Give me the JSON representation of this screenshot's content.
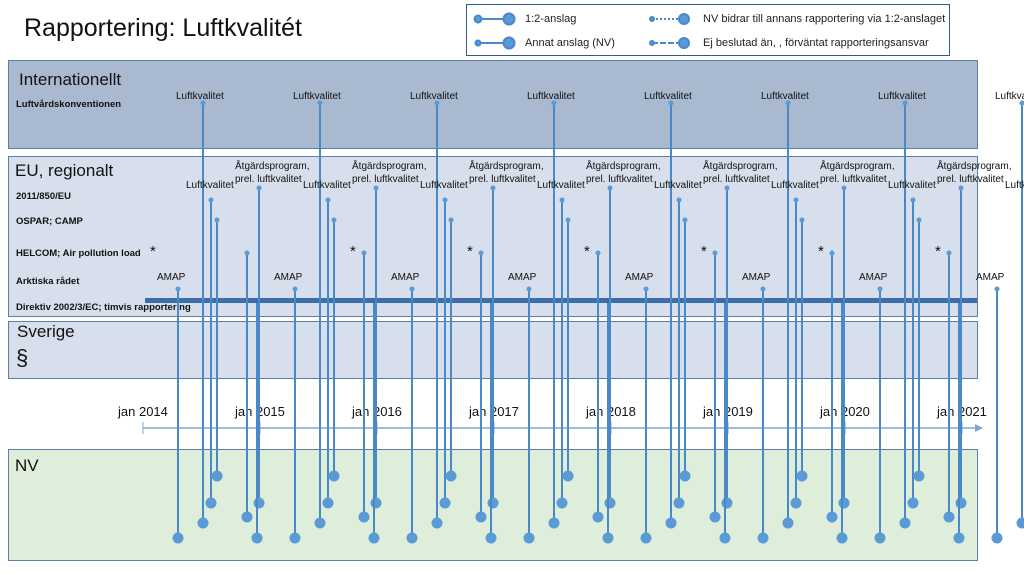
{
  "title": "Rapportering: Luftkvalitét",
  "legend": {
    "items": [
      {
        "label": "1:2-anslag",
        "style": "solid-big"
      },
      {
        "label": "NV bidrar till annans rapportering via 1:2-anslaget",
        "style": "dotted"
      },
      {
        "label": "Annat anslag (NV)",
        "style": "solid-small-big"
      },
      {
        "label": "Ej beslutad än, , förväntat rapporteringsansvar",
        "style": "dashed-big"
      }
    ]
  },
  "bands": {
    "internationellt": {
      "label": "Internationellt",
      "rows": [
        "Luftvårdskonventionen"
      ],
      "color": "#a8b9d0"
    },
    "eu": {
      "label": "EU, regionalt",
      "rows": [
        "2011/850/EU",
        "OSPAR; CAMP",
        "HELCOM; Air pollution load",
        "Arktiska rådet",
        "Direktiv 2002/3/EC; timvis rapportering"
      ],
      "color": "#d7dfec"
    },
    "sverige": {
      "label": "Sverige",
      "symbol": "§",
      "color": "#d7dfec"
    },
    "nv": {
      "label": "NV",
      "color": "#dfeeda"
    }
  },
  "timeline": {
    "years": [
      "jan 2014",
      "jan 2015",
      "jan 2016",
      "jan 2017",
      "jan 2018",
      "jan 2019",
      "jan 2020",
      "jan 2021"
    ]
  },
  "annual_labels": {
    "luftkvalitet": "Luftkvalitet",
    "atgardsprogram_line1": "Åtgärdsprogram,",
    "atgardsprogram_line2": "prel. luftkvalitet",
    "amap": "AMAP",
    "star": "*"
  },
  "colors": {
    "line": "#4a89c8",
    "dot": "#5b9bd5",
    "bar": "#3b6ea8",
    "axis": "#7aa7d6"
  }
}
